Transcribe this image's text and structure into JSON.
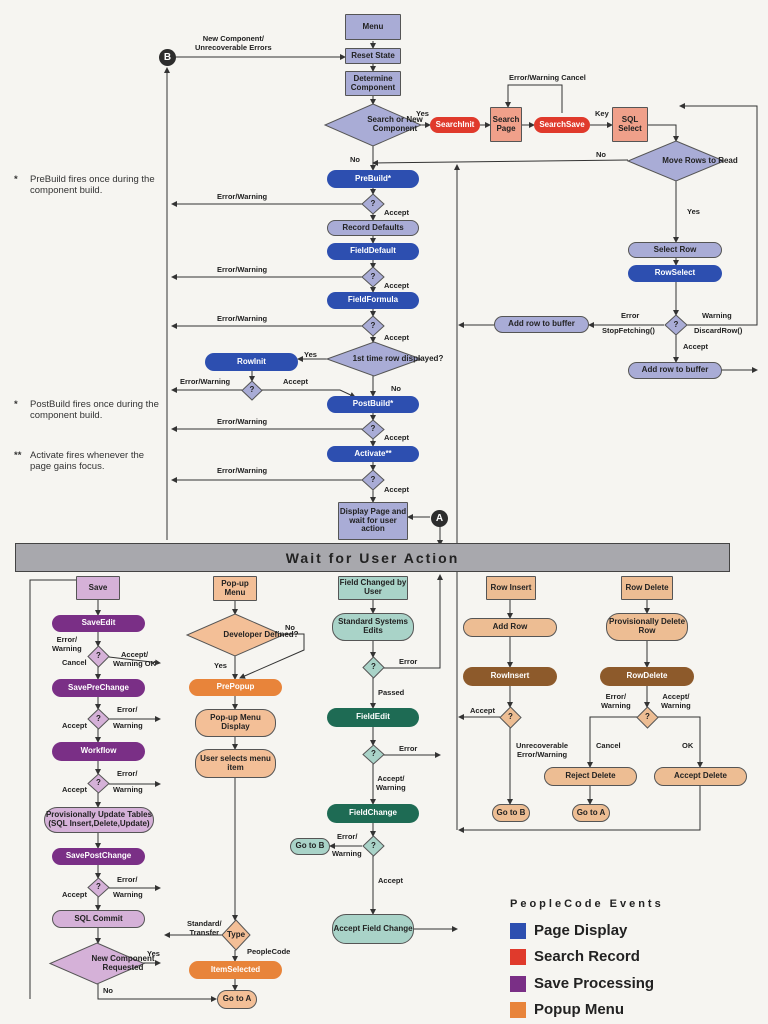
{
  "labels": {
    "menu": "Menu",
    "reset_state": "Reset State",
    "determine_component": "Determine Component",
    "search_or_new": "Search or New Component",
    "searchinit": "SearchInit",
    "search_page": "Search Page",
    "searchsave": "SearchSave",
    "sql_select": "SQL Select",
    "move_rows": "Move Rows to Read",
    "prebuild": "PreBuild*",
    "record_defaults": "Record Defaults",
    "fielddefault": "FieldDefault",
    "fieldformula": "FieldFormula",
    "first_time_row": "1st time row displayed?",
    "rowinit": "RowInit",
    "postbuild": "PostBuild*",
    "activate": "Activate**",
    "display_page": "Display Page and wait for user action",
    "select_row": "Select Row",
    "rowselect": "RowSelect",
    "add_row_buffer_left": "Add row to buffer",
    "add_row_buffer_right": "Add row to buffer",
    "question": "?",
    "wait_bar": "Wait for User Action",
    "save": "Save",
    "saveedit": "SaveEdit",
    "saveprechange": "SavePreChange",
    "workflow": "Workflow",
    "provisionally_update": "Provisionally Update Tables (SQL Insert,Delete,Update)",
    "savepostchange": "SavePostChange",
    "sql_commit": "SQL Commit",
    "new_component_requested": "New Component Requested",
    "popup_menu": "Pop-up Menu",
    "developer_defined": "Developer Defined?",
    "prepopup": "PrePopup",
    "popup_menu_display": "Pop-up Menu Display",
    "user_selects": "User selects menu item",
    "type": "Type",
    "itemselected": "ItemSelected",
    "go_to_a_popup": "Go to A",
    "field_changed": "Field Changed by User",
    "standard_systems_edits": "Standard Systems Edits",
    "fieldedit": "FieldEdit",
    "fieldchange": "FieldChange",
    "go_to_b_field": "Go to B",
    "accept_field_change": "Accept Field Change",
    "row_insert": "Row Insert",
    "add_row": "Add Row",
    "rowinsert": "RowInsert",
    "go_to_b_insert": "Go to B",
    "row_delete": "Row Delete",
    "provisionally_delete": "Provisionally Delete Row",
    "rowdelete": "RowDelete",
    "reject_delete": "Reject Delete",
    "accept_delete": "Accept Delete",
    "go_to_a_delete": "Go to A"
  },
  "edge_labels": {
    "new_component_unrecoverable": "New Component/\nUnrecoverable Errors",
    "error_warning_cancel": "Error/Warning Cancel",
    "key": "Key",
    "yes": "Yes",
    "no": "No",
    "accept": "Accept",
    "error_warning": "Error/Warning",
    "error": "Error",
    "warning": "Warning",
    "stopfetching": "StopFetching()",
    "discardrow": "DiscardRow()",
    "passed": "Passed",
    "accept_warning": "Accept/\nWarning",
    "error_warning_stack": "Error/\nWarning",
    "cancel": "Cancel",
    "accept_warning_ok": "Accept/\nWarning OK",
    "error_slash": "Error/",
    "standard_transfer": "Standard/\nTransfer",
    "peoplecode": "PeopleCode",
    "unrecoverable": "Unrecoverable\nError/Warning",
    "ok": "OK"
  },
  "notes": {
    "prebuild_star": "*",
    "prebuild_note": "PreBuild fires once during the component build.",
    "postbuild_star": "*",
    "postbuild_note": "PostBuild fires once during the component build.",
    "activate_star": "**",
    "activate_note": "Activate fires whenever the page gains focus."
  },
  "connectors": {
    "a": "A",
    "b": "B"
  },
  "legend": {
    "title": "PeopleCode Events",
    "items": [
      {
        "label": "Page Display",
        "color": "#2d4fb0"
      },
      {
        "label": "Search Record",
        "color": "#e03a2c"
      },
      {
        "label": "Save Processing",
        "color": "#7a2f86"
      },
      {
        "label": "Popup Menu",
        "color": "#e8843a"
      }
    ]
  },
  "colors": {
    "lavender_box": "#a9acd6",
    "blue_event": "#2d4fb0",
    "red_event": "#e03a2c",
    "salmon_box": "#f0a08a",
    "purple_event": "#7a2f86",
    "pink_box": "#d5b1d8",
    "orange_event": "#e8843a",
    "peach_box": "#f3bf97",
    "teal_event": "#1e6b54",
    "mint_box": "#a9d3c8",
    "brown_event": "#8d5a2b",
    "tan_box": "#edbd93"
  }
}
